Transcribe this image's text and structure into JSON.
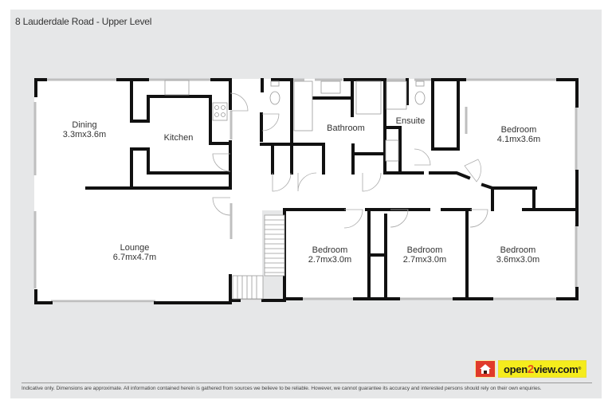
{
  "title": "8 Lauderdale Road - Upper Level",
  "rooms": [
    {
      "name": "Dining",
      "dims": "3.3mx3.6m"
    },
    {
      "name": "Kitchen",
      "dims": ""
    },
    {
      "name": "Lounge",
      "dims": "6.7mx4.7m"
    },
    {
      "name": "Bathroom",
      "dims": ""
    },
    {
      "name": "Ensuite",
      "dims": ""
    },
    {
      "name": "Bedroom",
      "dims": "4.1mx3.6m"
    },
    {
      "name": "Bedroom",
      "dims": "2.7mx3.0m"
    },
    {
      "name": "Bedroom",
      "dims": "2.7mx3.0m"
    },
    {
      "name": "Bedroom",
      "dims": "3.6mx3.0m"
    }
  ],
  "logo": {
    "icon": "house-icon",
    "prefix": "open",
    "number": "2",
    "suffix": "view.com",
    "mark": "®",
    "colors": {
      "yellow": "#f5ec1d",
      "red": "#e03a2a",
      "orange": "#e8511f"
    }
  },
  "footer": {
    "disclaimer": "Indicative only. Dimensions are approximate. All information contained herein is gathered from sources we believe to be reliable. However, we cannot guarantee its accuracy and interested persons should rely on their own enquiries."
  }
}
